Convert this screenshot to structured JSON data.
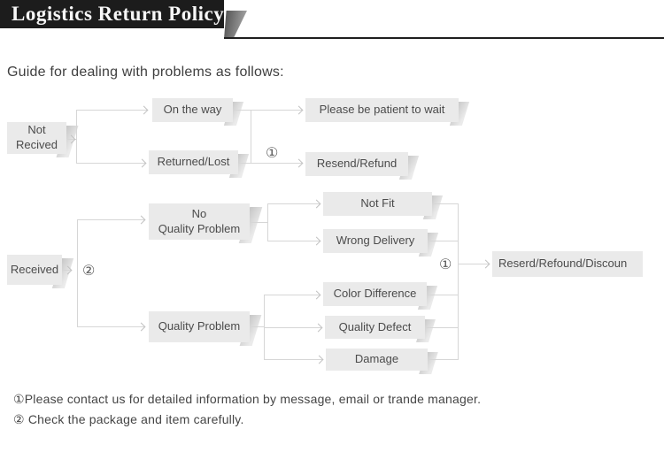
{
  "header": {
    "title": "Logistics Return Policy"
  },
  "intro_text": "Guide for dealing with problems as follows:",
  "colors": {
    "header_bg": "#1c1c1c",
    "header_text": "#f7f7f7",
    "box_fill": "#eaeaea",
    "box_text": "#4b4b4b",
    "connector": "#d6d6d6",
    "note_text": "#454545"
  },
  "flow": {
    "not_received": {
      "root": "Not\nRecived",
      "branches": [
        "On the way",
        "Returned/Lost"
      ],
      "outcomes": [
        "Please be patient to wait",
        "Resend/Refund"
      ],
      "note_ref": "①"
    },
    "received": {
      "root": "Received",
      "note_ref": "②",
      "branches": [
        "No\nQuality Problem",
        "Quality Problem"
      ],
      "no_quality_cases": [
        "Not Fit",
        "Wrong Delivery"
      ],
      "quality_cases": [
        "Color Difference",
        "Quality Defect",
        "Damage"
      ],
      "merge_note_ref": "①",
      "outcome": "Reserd/Refound/Discoun"
    }
  },
  "notes": [
    "①Please contact us for detailed information by message, email or trande manager.",
    "② Check the package and item carefully."
  ]
}
